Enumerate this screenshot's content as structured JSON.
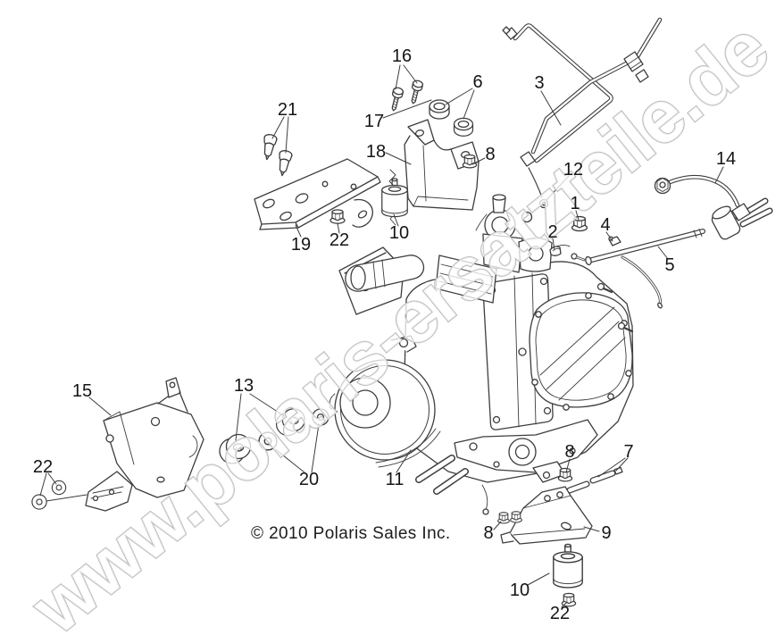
{
  "diagram": {
    "watermark": "www.polaris-ersatzteile.de",
    "copyright": "© 2010 Polaris Sales Inc.",
    "callouts": [
      {
        "label": "16"
      },
      {
        "label": "6"
      },
      {
        "label": "3"
      },
      {
        "label": "21"
      },
      {
        "label": "17"
      },
      {
        "label": "18"
      },
      {
        "label": "8"
      },
      {
        "label": "12"
      },
      {
        "label": "14"
      },
      {
        "label": "1"
      },
      {
        "label": "2"
      },
      {
        "label": "4"
      },
      {
        "label": "5"
      },
      {
        "label": "10"
      },
      {
        "label": "19"
      },
      {
        "label": "22"
      },
      {
        "label": "15"
      },
      {
        "label": "13"
      },
      {
        "label": "20"
      },
      {
        "label": "22"
      },
      {
        "label": "11"
      },
      {
        "label": "8"
      },
      {
        "label": "7"
      },
      {
        "label": "8"
      },
      {
        "label": "9"
      },
      {
        "label": "10"
      },
      {
        "label": "22"
      }
    ]
  },
  "colors": {
    "background": "#ffffff",
    "line_art": "#3d3d3d",
    "callout_text": "#151515",
    "watermark_outline": "#bdbdbd",
    "watermark_fill": "#f4f4f4"
  }
}
